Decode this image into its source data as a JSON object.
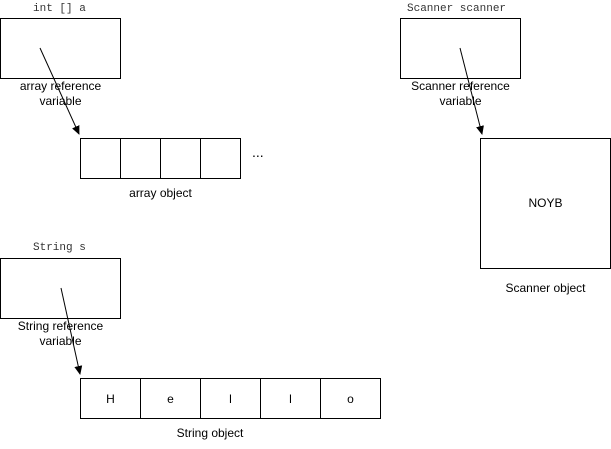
{
  "array": {
    "declaration": "int [] a",
    "reference_label": "array reference\nvariable",
    "object_label": "array object",
    "cells": [
      "",
      "",
      "",
      ""
    ],
    "ellipsis": "..."
  },
  "scanner": {
    "declaration": "Scanner scanner",
    "reference_label": "Scanner reference\nvariable",
    "object_text": "NOYB",
    "object_label": "Scanner object"
  },
  "string": {
    "declaration": "String s",
    "reference_label": "String reference\nvariable",
    "object_label": "String object",
    "cells": [
      "H",
      "e",
      "l",
      "l",
      "o"
    ]
  }
}
